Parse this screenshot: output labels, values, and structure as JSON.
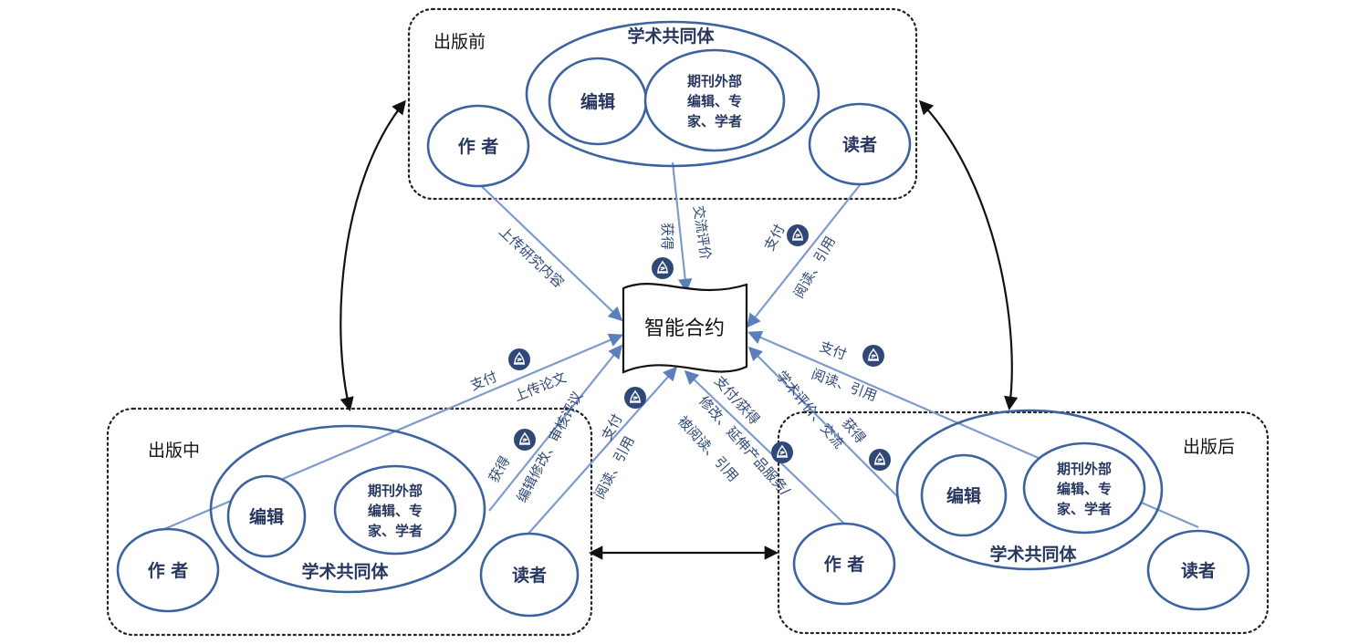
{
  "center": {
    "label": "智能合约"
  },
  "stages": {
    "before": {
      "label": "出版前",
      "community": "学术共同体",
      "editor": "编辑",
      "external": [
        "期刊外部",
        "编辑、专",
        "家、学者"
      ],
      "author": "作 者",
      "reader": "读者"
    },
    "during": {
      "label": "出版中",
      "community": "学术共同体",
      "editor": "编辑",
      "external": [
        "期刊外部",
        "编辑、专",
        "家、学者"
      ],
      "author": "作 者",
      "reader": "读者"
    },
    "after": {
      "label": "出版后",
      "community": "学术共同体",
      "editor": "编辑",
      "external": [
        "期刊外部",
        "编辑、专",
        "家、学者"
      ],
      "author": "作 者",
      "reader": "读者"
    }
  },
  "edges": {
    "before_author": "上传研究内容",
    "before_comm_gain": "获得",
    "before_comm_eval": "交流评价",
    "before_reader_pay": "支付",
    "before_reader_read": "阅读、引用",
    "during_author_pay": "支付",
    "during_author_upload": "上传论文",
    "during_comm_gain": "获得",
    "during_comm_edit": "编辑修改、审核评议",
    "during_reader_pay": "支付",
    "during_reader_read": "阅读、引用",
    "after_author_paygain": "支付/获得",
    "after_author_modify": "修改、延伸产品服务/",
    "after_author_read": "被阅读、引用",
    "after_reader_pay": "支付",
    "after_reader_read": "阅读、引用",
    "after_comm_eval": "学术评价、交流",
    "after_comm_gain": "获得"
  }
}
